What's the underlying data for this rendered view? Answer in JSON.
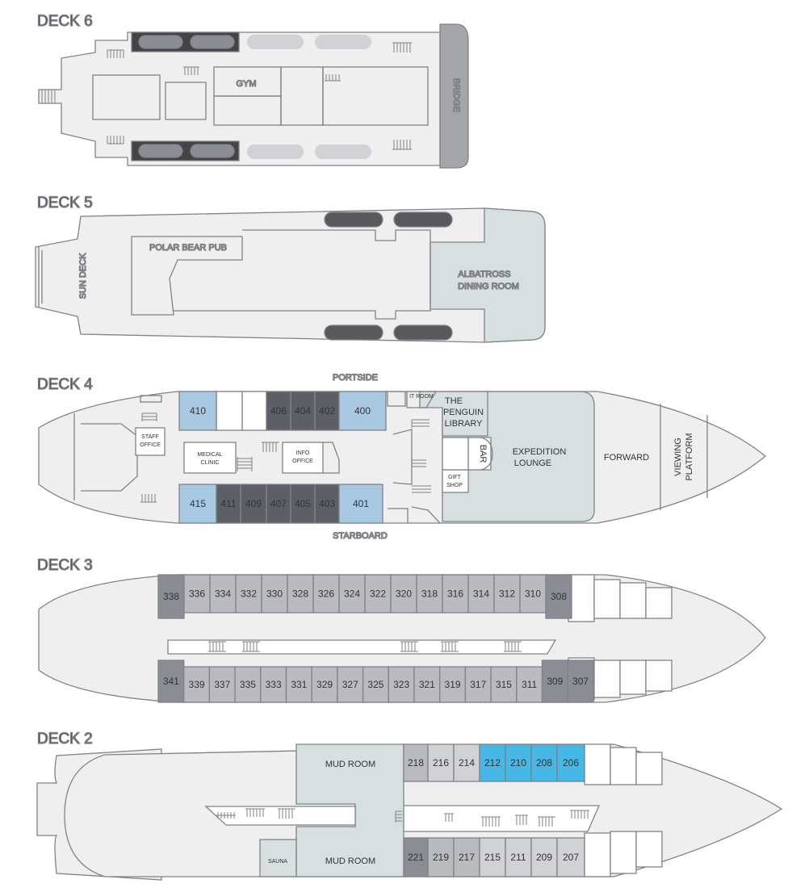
{
  "decks": {
    "deck6": {
      "title": "DECK 6",
      "rooms": {
        "gym": "GYM",
        "bridge": "BRIDGE"
      }
    },
    "deck5": {
      "title": "DECK 5",
      "rooms": {
        "sun_deck": "SUN DECK",
        "pub": "POLAR BEAR PUB",
        "dining_1": "ALBATROSS",
        "dining_2": "DINING ROOM"
      }
    },
    "deck4": {
      "title": "DECK 4",
      "portside": "PORTSIDE",
      "starboard": "STARBOARD",
      "rooms": {
        "staff_1": "STAFF",
        "staff_2": "OFFICE",
        "clinic_1": "MEDICAL",
        "clinic_2": "CLINIC",
        "info_1": "INFO",
        "info_2": "OFFICE",
        "it_room": "IT ROOM",
        "library_1": "THE",
        "library_2": "PENGUIN",
        "library_3": "LIBRARY",
        "bar": "BAR",
        "gift_1": "GIFT",
        "gift_2": "SHOP",
        "lounge_1": "EXPEDITION",
        "lounge_2": "LOUNGE",
        "forward": "FORWARD",
        "viewing_1": "VIEWING",
        "viewing_2": "PLATFORM"
      },
      "cabins_top": [
        "410",
        "406",
        "404",
        "402",
        "400"
      ],
      "cabins_bottom": [
        "415",
        "411",
        "409",
        "407",
        "405",
        "403",
        "401"
      ]
    },
    "deck3": {
      "title": "DECK 3",
      "cabins_top": [
        "338",
        "336",
        "334",
        "332",
        "330",
        "328",
        "326",
        "324",
        "322",
        "320",
        "318",
        "316",
        "314",
        "312",
        "310",
        "308"
      ],
      "cabins_bottom": [
        "341",
        "339",
        "337",
        "335",
        "333",
        "331",
        "329",
        "327",
        "325",
        "323",
        "321",
        "319",
        "317",
        "315",
        "311",
        "309",
        "307"
      ]
    },
    "deck2": {
      "title": "DECK 2",
      "rooms": {
        "mud_top": "MUD ROOM",
        "mud_bottom": "MUD ROOM",
        "sauna": "SAUNA"
      },
      "cabins_top": [
        "218",
        "216",
        "214",
        "212",
        "210",
        "208",
        "206"
      ],
      "cabins_bottom": [
        "221",
        "219",
        "217",
        "215",
        "211",
        "209",
        "207"
      ]
    }
  },
  "colors": {
    "hull": "#efeff0",
    "outline": "#808287",
    "cabin_dark": "#5c6066",
    "cabin_mid": "#8a8d93",
    "cabin_light": "#b9bbc0",
    "cabin_pale": "#d0d2d5",
    "cabin_blue": "#a9c9e3",
    "cabin_cyan": "#47b7e6",
    "public_area": "#d7dfe1",
    "lifeboat": "#58595d",
    "bridge": "#a4a6aa"
  }
}
